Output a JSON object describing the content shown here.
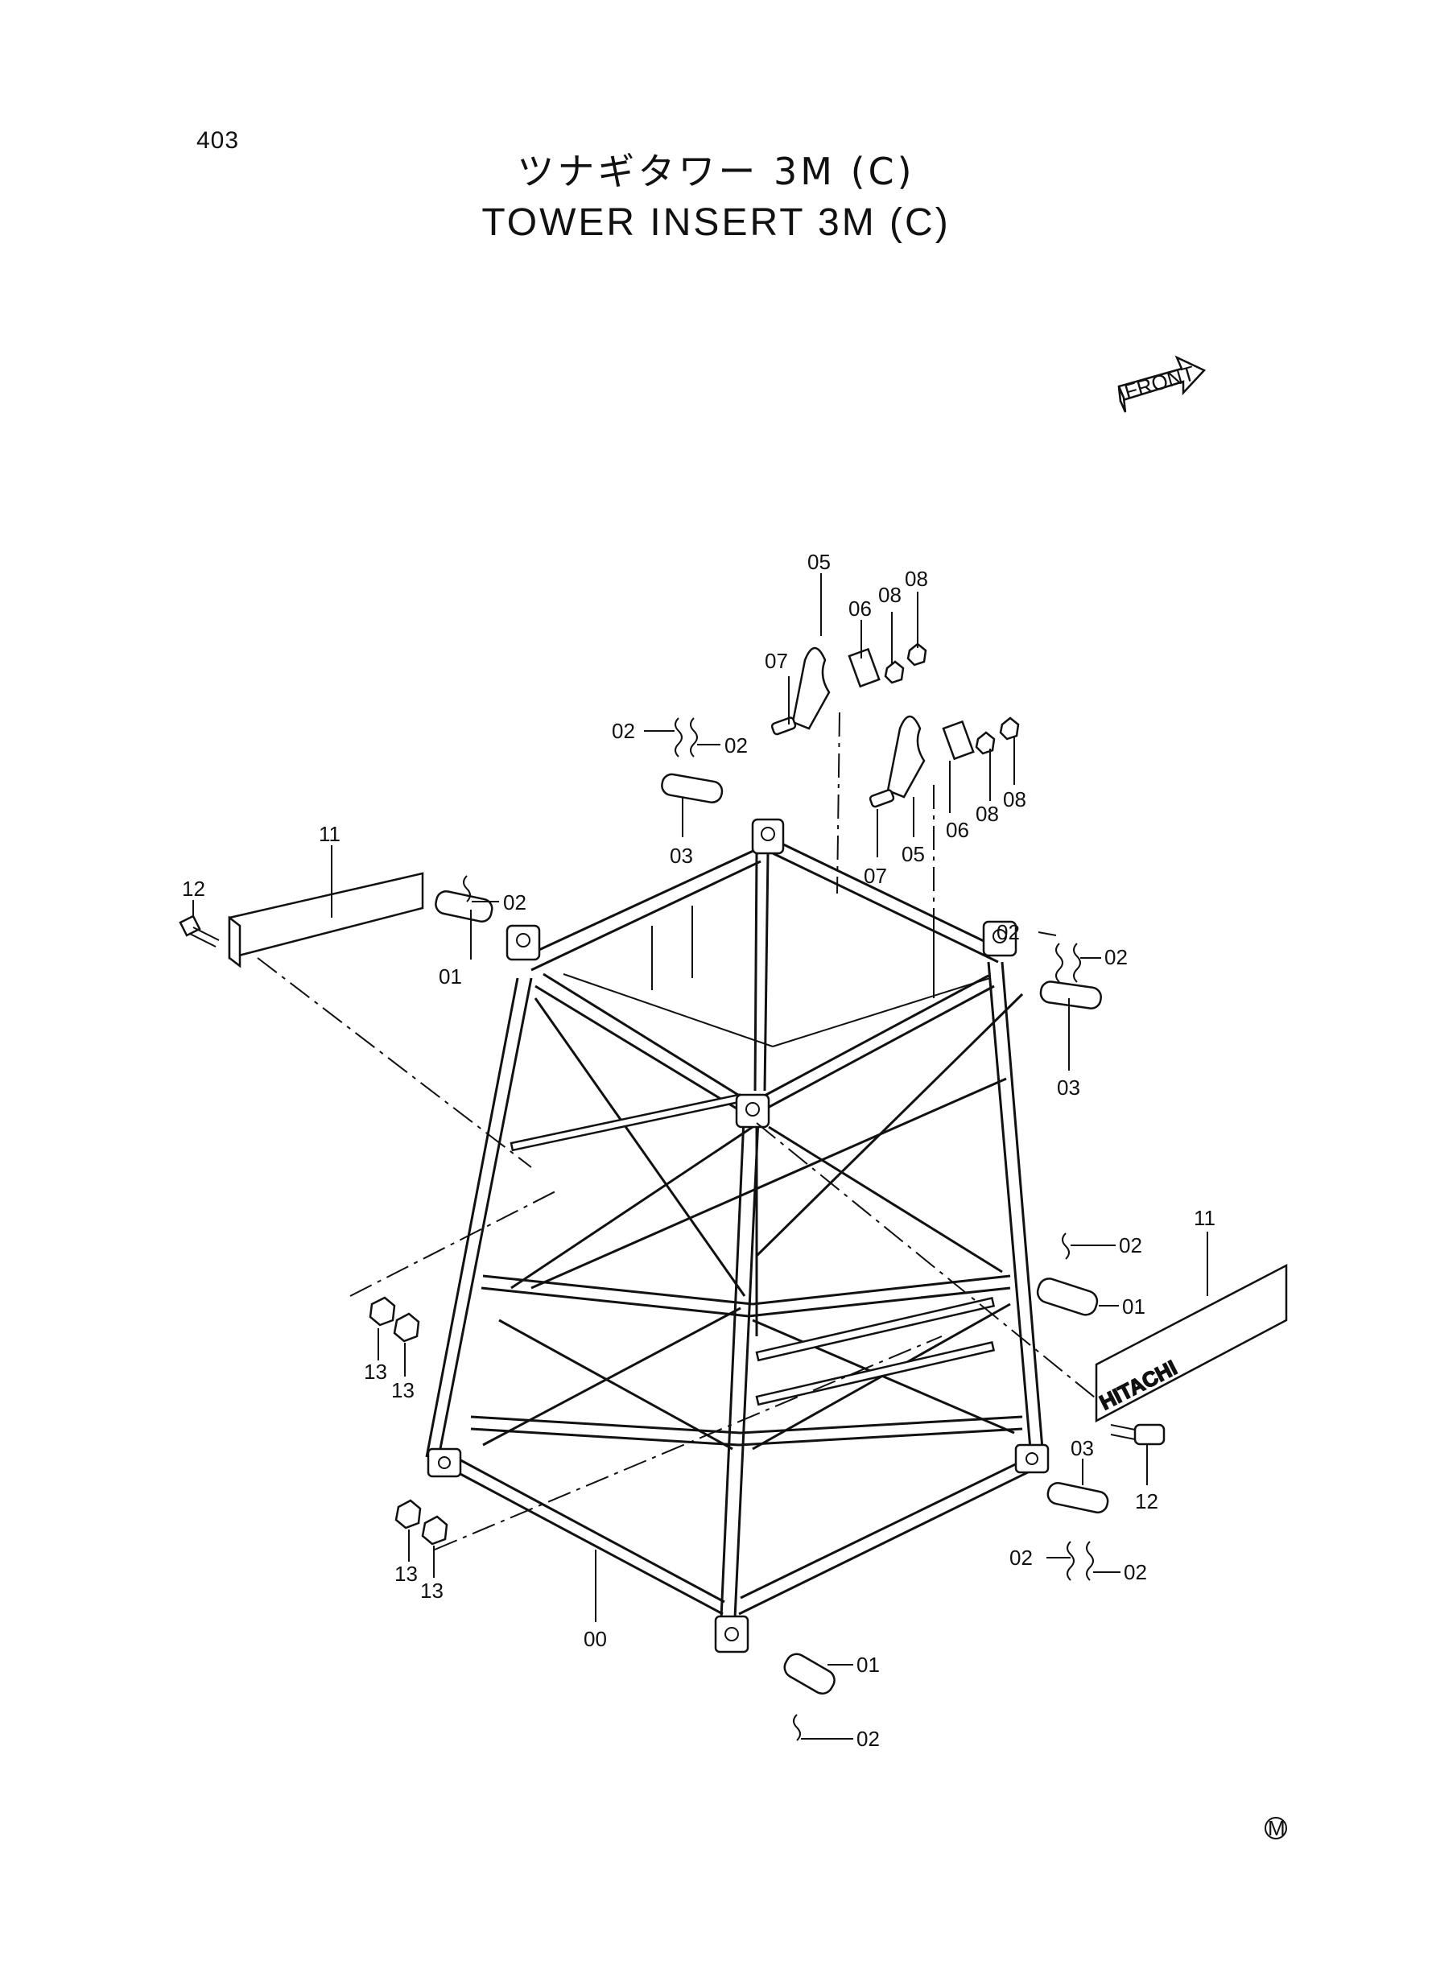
{
  "page": {
    "number": "403",
    "title_jp": "ツナギタワー 3M (C)",
    "title_en": "TOWER INSERT 3M (C)",
    "front_arrow_label": "FRONT",
    "plate_lettering": "HITACHI",
    "corner_mark": "M"
  },
  "callouts": [
    {
      "id": "c05a",
      "text": "05"
    },
    {
      "id": "c06a",
      "text": "06"
    },
    {
      "id": "c08a",
      "text": "08"
    },
    {
      "id": "c08b",
      "text": "08"
    },
    {
      "id": "c07a",
      "text": "07"
    },
    {
      "id": "c02a",
      "text": "02"
    },
    {
      "id": "c02b",
      "text": "02"
    },
    {
      "id": "c03a",
      "text": "03"
    },
    {
      "id": "c07b",
      "text": "07"
    },
    {
      "id": "c05b",
      "text": "05"
    },
    {
      "id": "c06b",
      "text": "06"
    },
    {
      "id": "c08c",
      "text": "08"
    },
    {
      "id": "c08d",
      "text": "08"
    },
    {
      "id": "c11a",
      "text": "11"
    },
    {
      "id": "c12a",
      "text": "12"
    },
    {
      "id": "c02c",
      "text": "02"
    },
    {
      "id": "c01a",
      "text": "01"
    },
    {
      "id": "c02d",
      "text": "02"
    },
    {
      "id": "c02e",
      "text": "02"
    },
    {
      "id": "c03b",
      "text": "03"
    },
    {
      "id": "c11b",
      "text": "11"
    },
    {
      "id": "c02f",
      "text": "02"
    },
    {
      "id": "c01b",
      "text": "01"
    },
    {
      "id": "c13a",
      "text": "13"
    },
    {
      "id": "c13b",
      "text": "13"
    },
    {
      "id": "c12b",
      "text": "12"
    },
    {
      "id": "c03c",
      "text": "03"
    },
    {
      "id": "c02g",
      "text": "02"
    },
    {
      "id": "c02h",
      "text": "02"
    },
    {
      "id": "c13c",
      "text": "13"
    },
    {
      "id": "c13d",
      "text": "13"
    },
    {
      "id": "c00",
      "text": "00"
    },
    {
      "id": "c01c",
      "text": "01"
    },
    {
      "id": "c02i",
      "text": "02"
    }
  ]
}
